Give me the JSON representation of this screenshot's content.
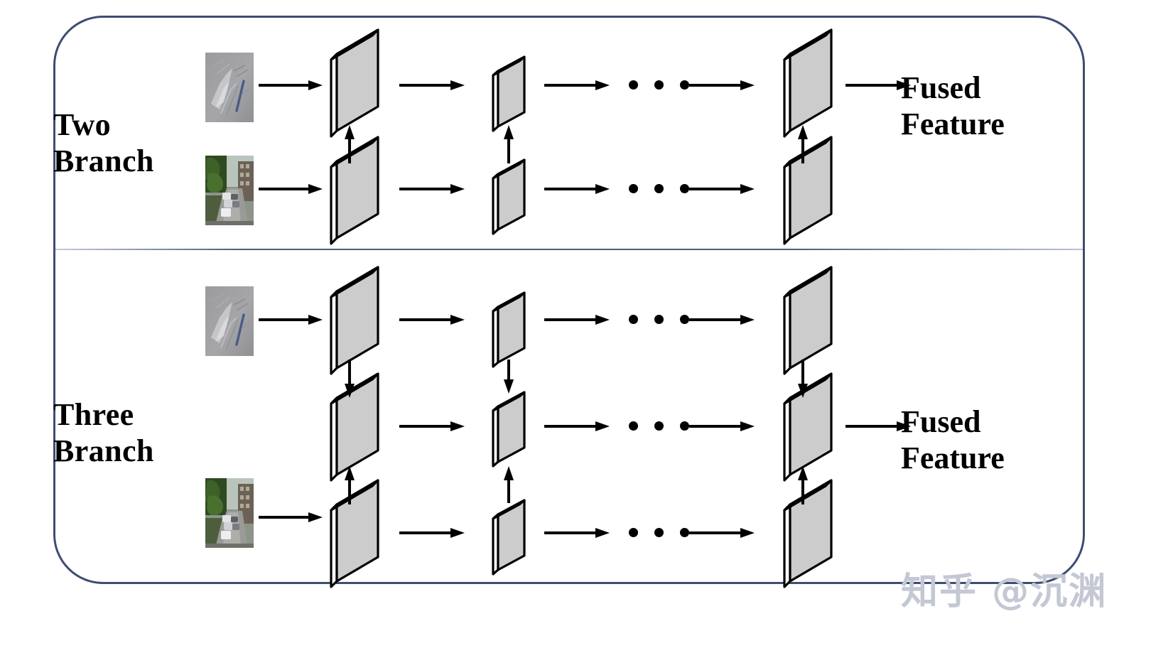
{
  "figure": {
    "title_sections": [
      "Two Branch",
      "Three Branch"
    ],
    "border_color": "#3e4d73",
    "divider_color": "#4f5d80",
    "slab_fill": "#cccccc",
    "slab_edge_fill": "#ffffff",
    "stroke_color": "#000000"
  },
  "panels": [
    {
      "id": "two-branch",
      "label": "Two\nBranch",
      "output_label": "Fused\nFeature",
      "branches": [
        {
          "id": "top",
          "input": {
            "type": "edge-map-image",
            "alt": "grayscale edge / gradient map"
          },
          "stages": [
            "large-feature-map",
            "small-feature-map",
            "large-feature-map"
          ],
          "ellipsis": "• • •"
        },
        {
          "id": "bottom",
          "input": {
            "type": "street-photo-image",
            "alt": "urban street scene with cars and trees"
          },
          "stages": [
            "large-feature-map",
            "small-feature-map",
            "large-feature-map"
          ],
          "ellipsis": "• • •"
        }
      ],
      "fusion_arrows": [
        {
          "from": "bottom",
          "to": "top",
          "direction": "up",
          "stage": 1
        },
        {
          "from": "bottom",
          "to": "top",
          "direction": "up",
          "stage": 2
        },
        {
          "from": "bottom",
          "to": "top",
          "direction": "up",
          "stage": 3
        }
      ]
    },
    {
      "id": "three-branch",
      "label": "Three\nBranch",
      "output_label": "Fused\nFeature",
      "branches": [
        {
          "id": "top",
          "input": {
            "type": "edge-map-image",
            "alt": "grayscale edge / gradient map"
          },
          "stages": [
            "large-feature-map",
            "small-feature-map",
            "large-feature-map"
          ],
          "ellipsis": "• • •"
        },
        {
          "id": "middle",
          "input": null,
          "stages": [
            "large-feature-map",
            "small-feature-map",
            "large-feature-map"
          ],
          "ellipsis": "• • •"
        },
        {
          "id": "bottom",
          "input": {
            "type": "street-photo-image",
            "alt": "urban street scene with cars and trees"
          },
          "stages": [
            "large-feature-map",
            "small-feature-map",
            "large-feature-map"
          ],
          "ellipsis": "• • •"
        }
      ],
      "fusion_arrows": [
        {
          "from": "top",
          "to": "middle",
          "direction": "down",
          "stage": 1
        },
        {
          "from": "bottom",
          "to": "middle",
          "direction": "up",
          "stage": 1
        },
        {
          "from": "top",
          "to": "middle",
          "direction": "down",
          "stage": 2
        },
        {
          "from": "bottom",
          "to": "middle",
          "direction": "up",
          "stage": 2
        },
        {
          "from": "top",
          "to": "middle",
          "direction": "down",
          "stage": 3
        },
        {
          "from": "bottom",
          "to": "middle",
          "direction": "up",
          "stage": 3
        }
      ]
    }
  ],
  "watermark": {
    "text": "知乎 @沉渊",
    "color": "#c3c8d4"
  }
}
